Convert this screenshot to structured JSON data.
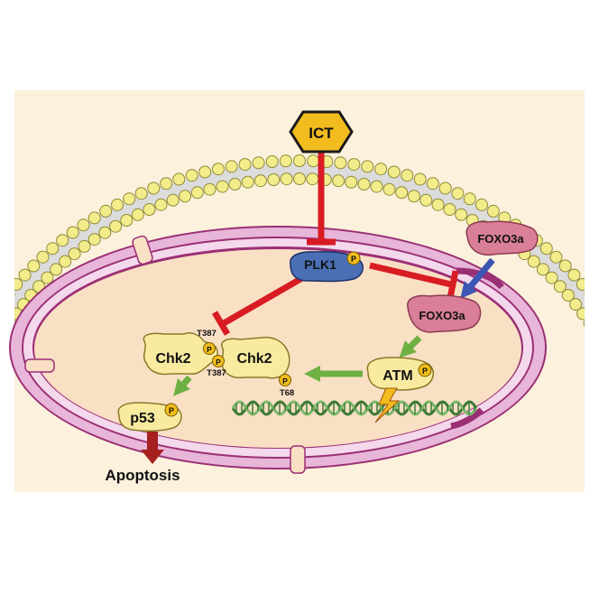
{
  "labels": {
    "drug": "ICT",
    "plk1": "PLK1",
    "foxo3a_cytoplasm": "FOXO3a",
    "foxo3a_nucleus": "FOXO3a",
    "atm": "ATM",
    "chk2_left": "Chk2",
    "chk2_right": "Chk2",
    "p53": "p53",
    "apoptosis": "Apoptosis",
    "site_t387_top": "T387",
    "site_t387_bottom": "T387",
    "site_t68": "T68",
    "phospho": "P"
  },
  "colors": {
    "background": "#ffffff",
    "cytoplasm": "#fbf1dc",
    "nucleoplasm": "#f9dfc4",
    "envelope_outer": "#e7b6d9",
    "envelope_inner": "#f4d8ec",
    "envelope_edge": "#9b2f74",
    "lipid_head": "#f2ec8a",
    "lipid_tail": "#c9c9c9",
    "inhibit": "#d81c24",
    "activate": "#6fb043",
    "translocate": "#3c56b4",
    "plk1": "#4a6fb5",
    "foxo3a": "#d97f97",
    "protein_yellow": "#f8eba0",
    "phospho_circle": "#f2bd1c",
    "drug_fill": "#f2bc1e",
    "apoptosis_arrow": "#a5201e",
    "dna": "#3d7a36"
  }
}
